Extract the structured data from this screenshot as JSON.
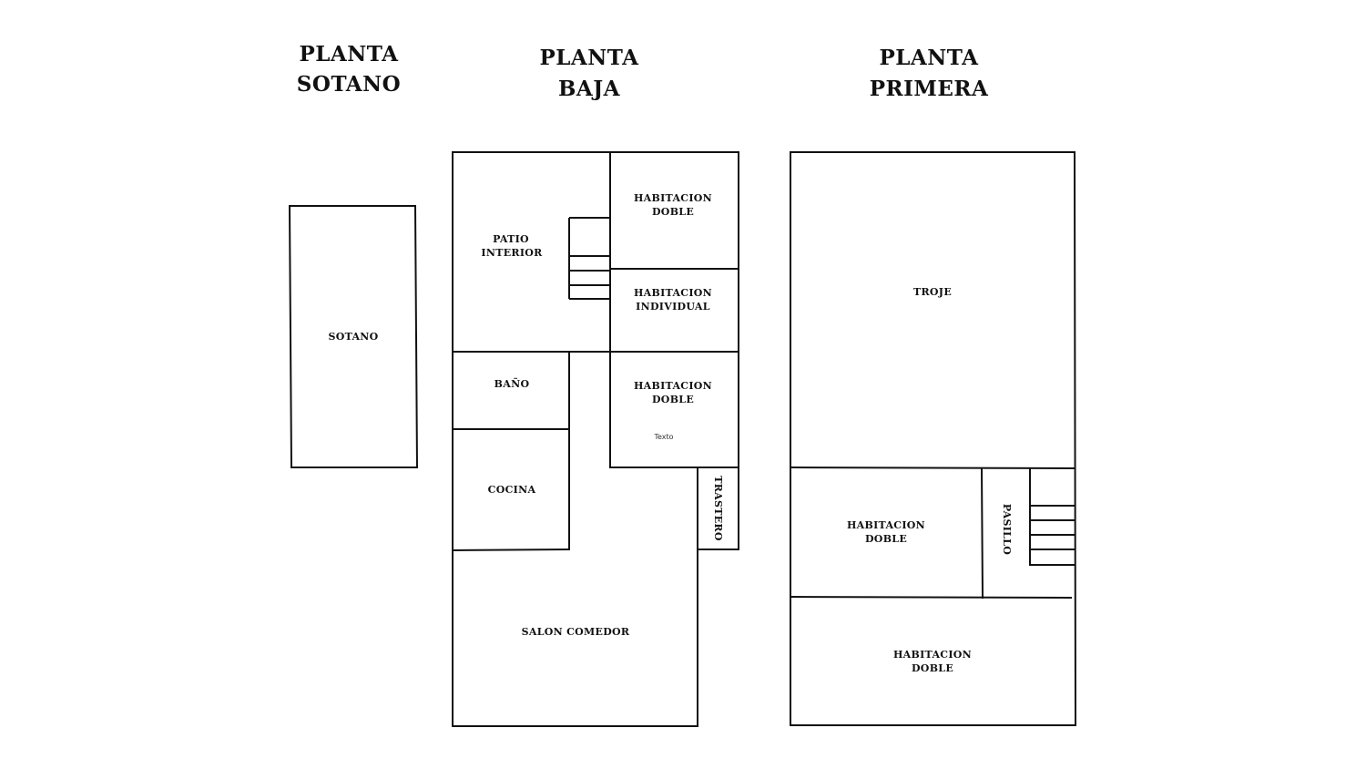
{
  "floors": {
    "sotano": {
      "title_line1": "PLANTA",
      "title_line2": "SOTANO",
      "rooms": {
        "sotano": "SOTANO"
      }
    },
    "baja": {
      "title_line1": "PLANTA",
      "title_line2": "BAJA",
      "rooms": {
        "patio_l1": "PATIO",
        "patio_l2": "INTERIOR",
        "hab_doble_1_l1": "HABITACION",
        "hab_doble_1_l2": "DOBLE",
        "hab_individual_l1": "HABITACION",
        "hab_individual_l2": "INDIVIDUAL",
        "bano": "BAÑO",
        "hab_doble_2_l1": "HABITACION",
        "hab_doble_2_l2": "DOBLE",
        "texto": "Texto",
        "cocina": "COCINA",
        "trastero": "TRASTERO",
        "salon": "SALON COMEDOR"
      }
    },
    "primera": {
      "title_line1": "PLANTA",
      "title_line2": "PRIMERA",
      "rooms": {
        "troje": "TROJE",
        "hab_doble_1_l1": "HABITACION",
        "hab_doble_1_l2": "DOBLE",
        "pasillo": "PASILLO",
        "hab_doble_2_l1": "HABITACION",
        "hab_doble_2_l2": "DOBLE"
      }
    }
  }
}
